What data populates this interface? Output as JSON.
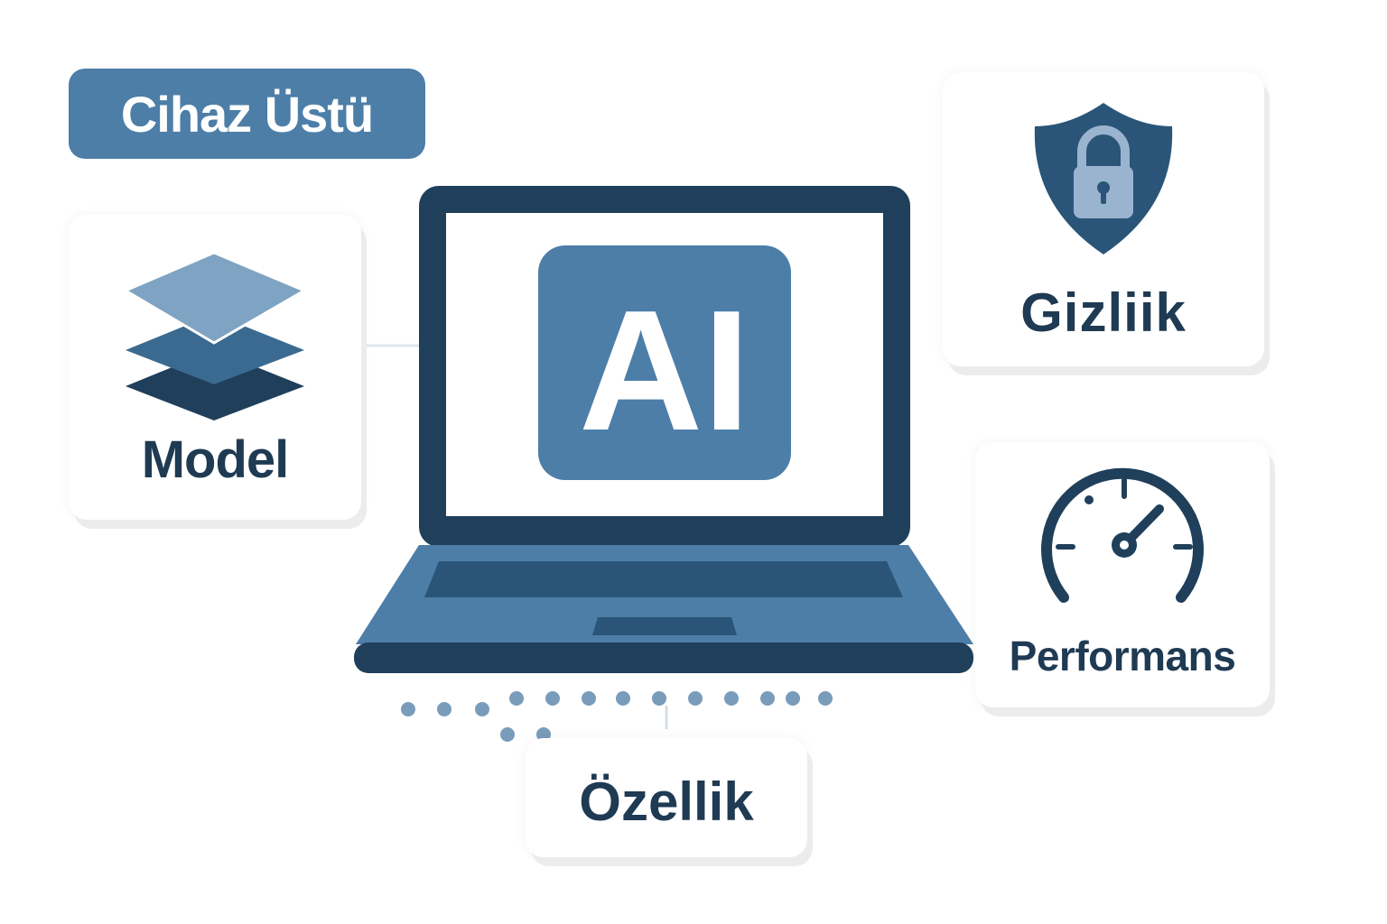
{
  "header": {
    "tag_label": "Cihaz Üstü"
  },
  "laptop": {
    "screen_badge": "AI"
  },
  "cards": {
    "model": {
      "label": "Model",
      "icon": "layers-icon"
    },
    "privacy": {
      "label": "Gizliik",
      "icon": "shield-lock-icon"
    },
    "performance": {
      "label": "Performans",
      "icon": "speedometer-icon"
    },
    "feature": {
      "label": "Özellik"
    }
  },
  "colors": {
    "primary": "#4d7ea8",
    "dark": "#1f3f5b",
    "light": "#7fa3c2",
    "mid": "#3b6a91",
    "lock": "#9ab4cf",
    "text": "#1f3a53"
  }
}
